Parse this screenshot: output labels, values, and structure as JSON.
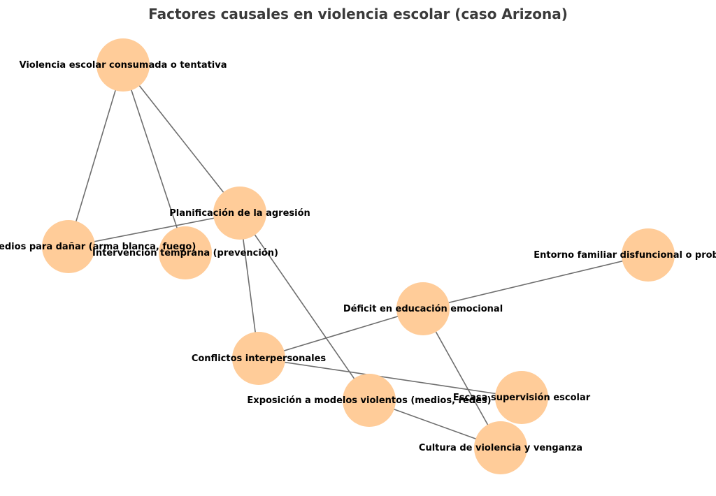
{
  "title": "Factores causales en violencia escolar (caso Arizona)",
  "colors": {
    "node_fill": "#ffcc99",
    "edge": "#6e6e6e",
    "label": "#000000",
    "title": "#3a3a3a"
  },
  "nodes": [
    {
      "id": "violencia",
      "label": "Violencia escolar consumada o tentativa"
    },
    {
      "id": "planificacion",
      "label": "Planificación de la agresión"
    },
    {
      "id": "medios",
      "label": "Acceso a medios para dañar (arma blanca, fuego)"
    },
    {
      "id": "intervencion",
      "label": "Intervención temprana (prevención)"
    },
    {
      "id": "entorno",
      "label": "Entorno familiar disfuncional o problemático"
    },
    {
      "id": "deficit",
      "label": "Déficit en educación emocional"
    },
    {
      "id": "conflictos",
      "label": "Conflictos interpersonales"
    },
    {
      "id": "exposicion",
      "label": "Exposición a modelos violentos (medios, redes)"
    },
    {
      "id": "supervision",
      "label": "Escasa supervisión escolar"
    },
    {
      "id": "cultura",
      "label": "Cultura de violencia y venganza"
    }
  ],
  "edges": [
    [
      "violencia",
      "medios"
    ],
    [
      "violencia",
      "intervencion"
    ],
    [
      "violencia",
      "planificacion"
    ],
    [
      "planificacion",
      "medios"
    ],
    [
      "planificacion",
      "conflictos"
    ],
    [
      "planificacion",
      "exposicion"
    ],
    [
      "entorno",
      "deficit"
    ],
    [
      "deficit",
      "conflictos"
    ],
    [
      "deficit",
      "cultura"
    ],
    [
      "conflictos",
      "supervision"
    ],
    [
      "exposicion",
      "cultura"
    ]
  ]
}
